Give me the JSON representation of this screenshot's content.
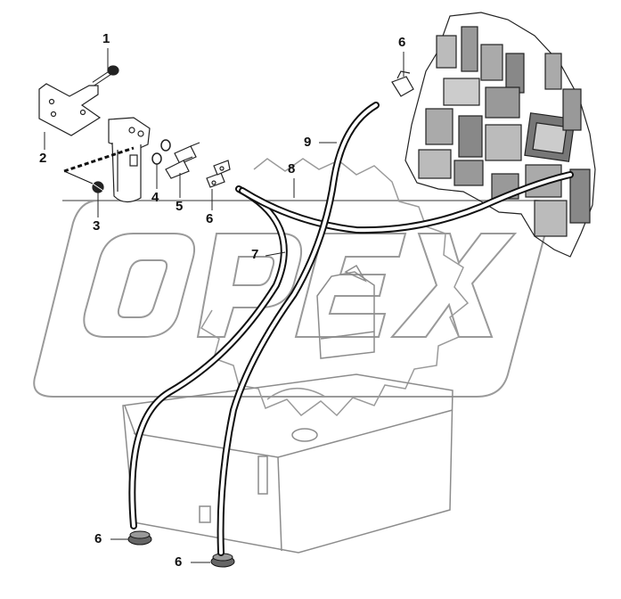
{
  "watermark": {
    "text": "OPEX",
    "color": "#9a9a9a"
  },
  "colors": {
    "hose": "#111111",
    "outline": "#8c8c8c",
    "line": "#222222"
  },
  "callouts": [
    {
      "id": "c1",
      "label": "1"
    },
    {
      "id": "c2",
      "label": "2"
    },
    {
      "id": "c3",
      "label": "3"
    },
    {
      "id": "c4",
      "label": "4"
    },
    {
      "id": "c5",
      "label": "5"
    },
    {
      "id": "c6a",
      "label": "6"
    },
    {
      "id": "c6b",
      "label": "6"
    },
    {
      "id": "c6c",
      "label": "6"
    },
    {
      "id": "c6d",
      "label": "6"
    },
    {
      "id": "c7",
      "label": "7"
    },
    {
      "id": "c8",
      "label": "8"
    },
    {
      "id": "c9",
      "label": "9"
    }
  ]
}
